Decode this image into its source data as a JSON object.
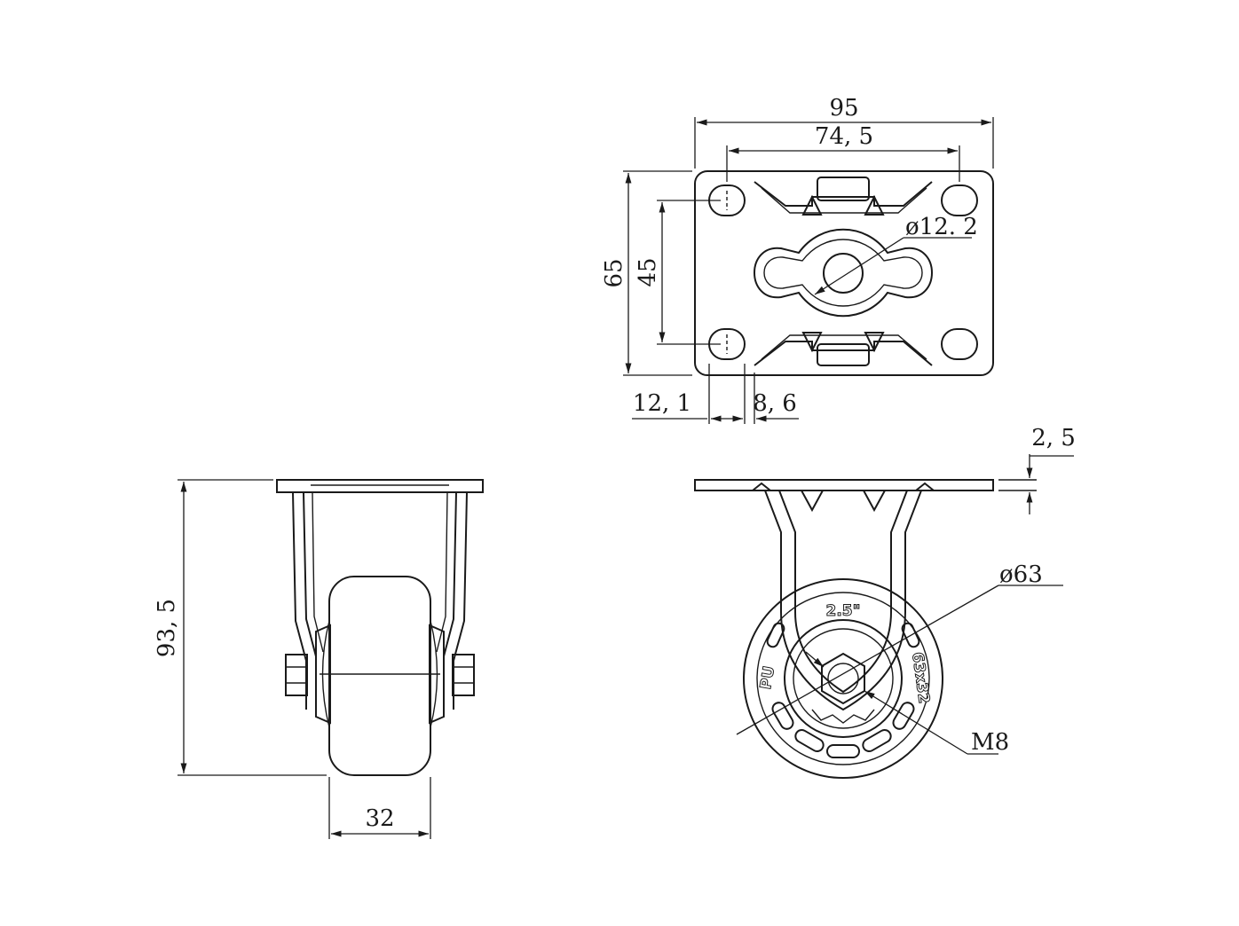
{
  "dimensions": {
    "plate_width": "95",
    "hole_spacing_x": "74, 5",
    "plate_height": "65",
    "hole_spacing_y": "45",
    "center_hole_dia": "ø12. 2",
    "hole_offset": "12, 1",
    "slot_width": "8, 6",
    "plate_thickness": "2, 5",
    "wheel_dia": "ø63",
    "axle_size": "M8",
    "total_height": "93, 5",
    "wheel_width": "32"
  },
  "wheel_markings": {
    "size": "2.5\"",
    "material": "PU",
    "code": "63x32"
  }
}
